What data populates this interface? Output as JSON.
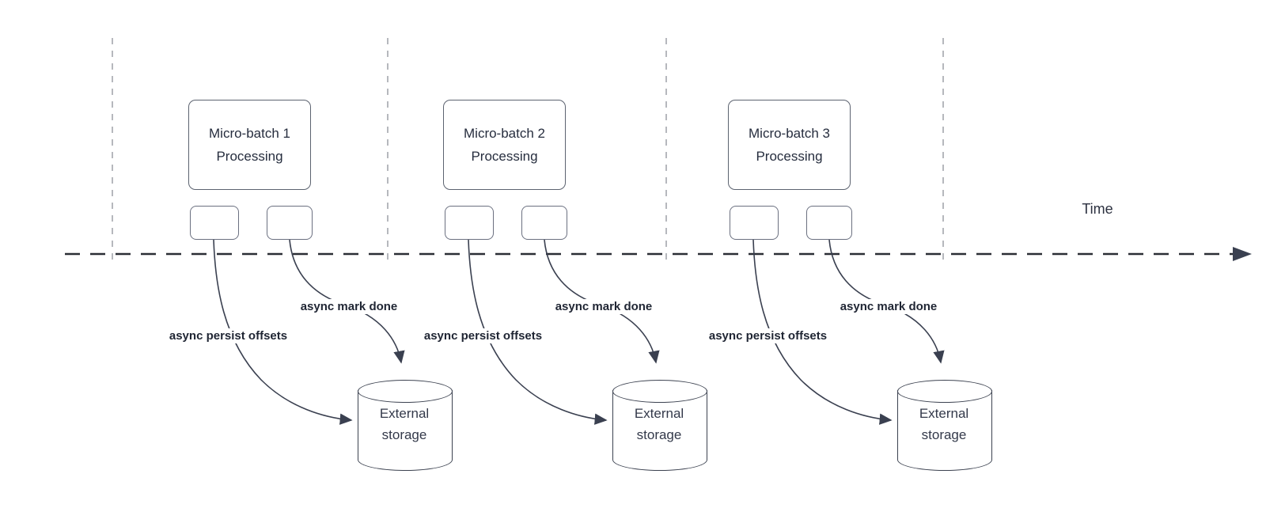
{
  "diagram_title": "micro-batch async progress tracking timeline",
  "colors": {
    "background": "#ffffff",
    "box_border": "#5c6370",
    "cylinder_border": "#3c4250",
    "text": "#262d3e",
    "bold_label_text": "#1f2533",
    "arrow_stroke": "#3a4050",
    "timeline_stroke": "#2a2e35",
    "guide_line": "#aeb1b6"
  },
  "timeline": {
    "label": "Time"
  },
  "groups": [
    {
      "title_line1": "Micro-batch 1",
      "title_line2": "Processing",
      "persist_label": "async persist offsets",
      "mark_done_label": "async mark done",
      "storage_line1": "External",
      "storage_line2": "storage"
    },
    {
      "title_line1": "Micro-batch 2",
      "title_line2": "Processing",
      "persist_label": "async persist offsets",
      "mark_done_label": "async mark done",
      "storage_line1": "External",
      "storage_line2": "storage"
    },
    {
      "title_line1": "Micro-batch 3",
      "title_line2": "Processing",
      "persist_label": "async persist offsets",
      "mark_done_label": "async mark done",
      "storage_line1": "External",
      "storage_line2": "storage"
    }
  ]
}
